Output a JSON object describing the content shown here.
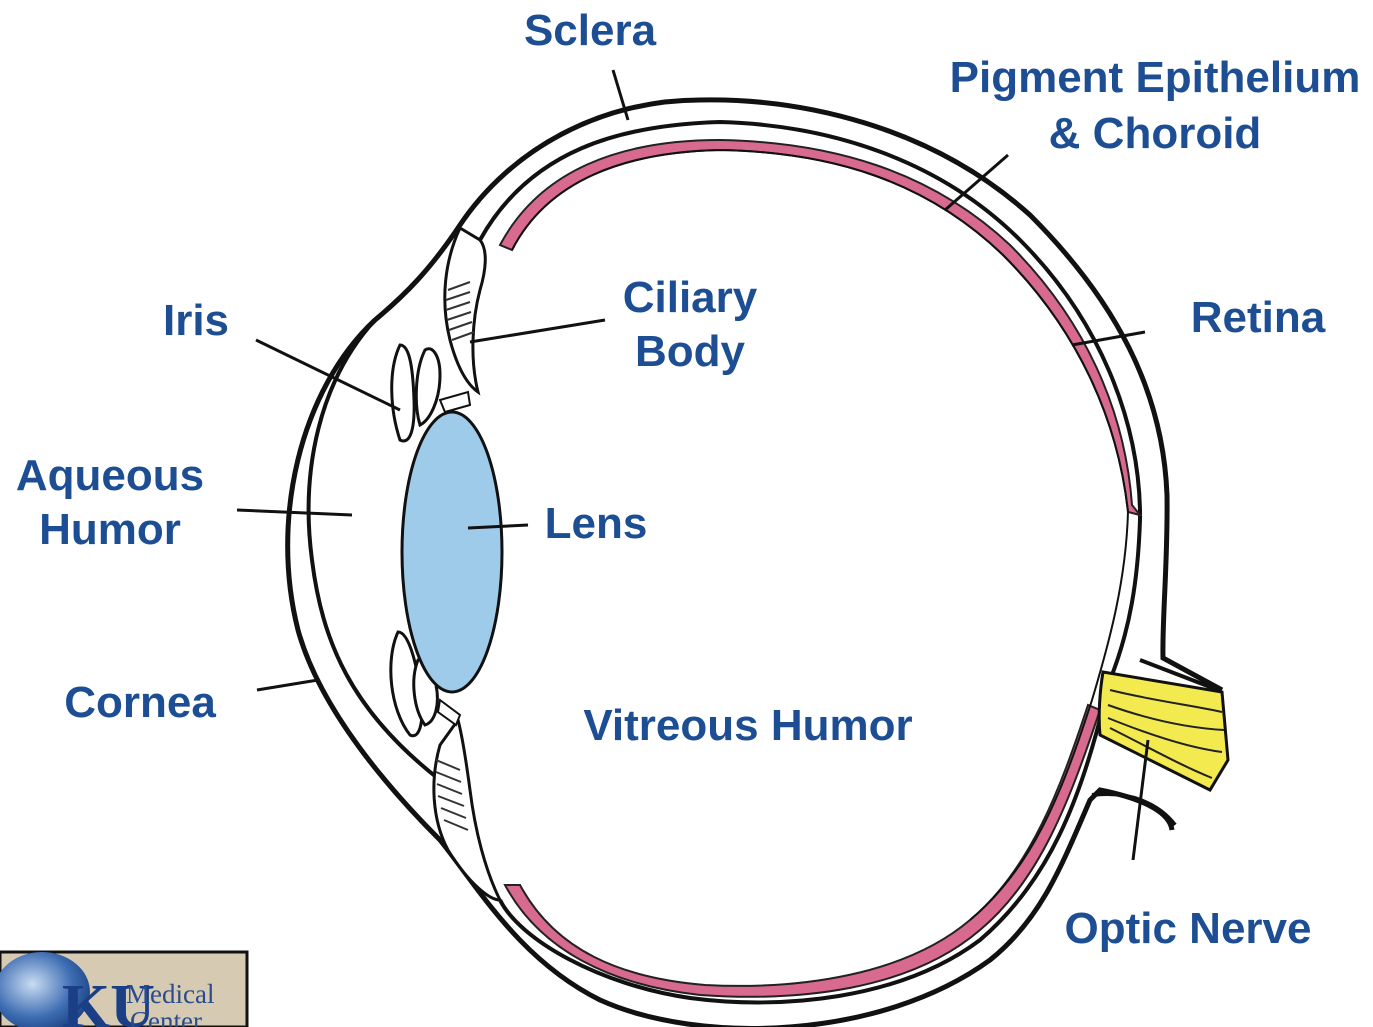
{
  "labels": {
    "sclera": "Sclera",
    "pigment_line1": "Pigment Epithelium",
    "pigment_line2": "& Choroid",
    "iris": "Iris",
    "ciliary_line1": "Ciliary",
    "ciliary_line2": "Body",
    "retina": "Retina",
    "aqueous_line1": "Aqueous",
    "aqueous_line2": "Humor",
    "lens": "Lens",
    "cornea": "Cornea",
    "vitreous": "Vitreous Humor",
    "optic_nerve": "Optic Nerve"
  },
  "logo": {
    "initials": "KU",
    "line1": "Medical",
    "line2": "Center"
  },
  "colors": {
    "label_text": "#1d4e93",
    "lens_fill": "#9fcbea",
    "choroid_fill": "#d76a8e",
    "optic_nerve_fill": "#f2ea4f",
    "outline": "#111111"
  }
}
